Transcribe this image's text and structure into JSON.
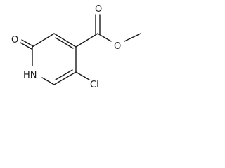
{
  "molecule": {
    "atoms": {
      "carbonyl_oxygen_ring": "O",
      "ring_nitrogen": "HN",
      "ester_carbonyl_oxygen": "O",
      "ester_ether_oxygen": "O",
      "chlorine": "Cl"
    }
  },
  "colors": {
    "bond": "#1a1a1a",
    "text": "#1a1a1a",
    "background": "#ffffff"
  }
}
